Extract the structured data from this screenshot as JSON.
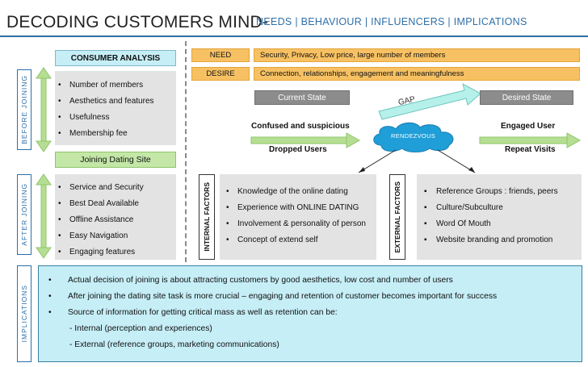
{
  "title": {
    "main": "DECODING CUSTOMERS MIND-",
    "sub": "NEEDS | BEHAVIOUR | INFLUENCERS | IMPLICATIONS"
  },
  "side_labels": {
    "before_joining": "BEFORE JOINING",
    "after_joining": "AFTER JOINING",
    "implications": "IMPLICATIONS"
  },
  "consumer_analysis": {
    "header": "CONSUMER ANALYSIS",
    "before_items": [
      "Number of members",
      "Aesthetics and features",
      "Usefulness",
      "Membership fee"
    ],
    "joining_label": "Joining Dating Site",
    "after_items": [
      "Service and Security",
      "Best Deal Available",
      "Offline Assistance",
      "Easy Navigation",
      "Engaging features"
    ]
  },
  "need_desire": {
    "need_label": "NEED",
    "need_text": "Security, Privacy, Low price, large number of members",
    "desire_label": "DESIRE",
    "desire_text": "Connection, relationships, engagement and meaningfulness"
  },
  "states": {
    "current_label": "Current State",
    "current_text": "Confused and suspicious",
    "current_outcome": "Dropped Users",
    "gap_label": "GAP",
    "rendezvous_label": "RENDEZVOUS",
    "desired_label": "Desired State",
    "desired_text": "Engaged User",
    "desired_outcome": "Repeat Visits"
  },
  "internal_factors": {
    "label": "INTERNAL FACTORS",
    "items": [
      "Knowledge of the online dating",
      "Experience with  ONLINE DATING",
      "Involvement & personality of person",
      "Concept of extend self"
    ]
  },
  "external_factors": {
    "label": "EXTERNAL FACTORS",
    "items": [
      "Reference Groups : friends, peers",
      "Culture/Subculture",
      "Word Of Mouth",
      "Website branding and promotion"
    ]
  },
  "implications": {
    "bullets": [
      "Actual decision of joining is about attracting customers by good aesthetics, low cost and number of users",
      "After joining the dating site task is more crucial – engaging and retention of customer becomes important for success",
      "Source of information  for getting critical mass as well as retention can be:"
    ],
    "sub_items": [
      "- Internal (perception and experiences)",
      "- External (reference groups, marketing communications)"
    ]
  },
  "colors": {
    "accent_blue": "#2e6fa7",
    "green": "#8ec56a",
    "orange": "#f7c163",
    "cyan": "#c6eef6",
    "grey_panel": "#e3e3e3"
  }
}
